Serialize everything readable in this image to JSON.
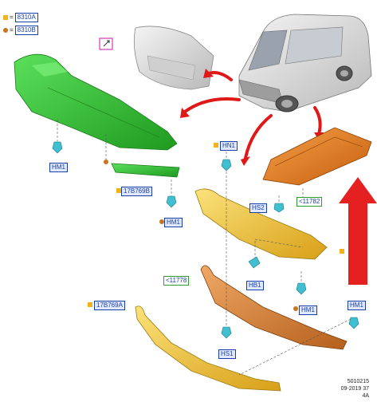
{
  "legend": [
    {
      "marker": "yellow-square",
      "code": "8310A"
    },
    {
      "marker": "orange-dot",
      "code": "8310B"
    }
  ],
  "labels": {
    "hm1_a": "HM1",
    "b17_769b": "17B769B",
    "hm1_b": "HM1",
    "hn1": "HN1",
    "hs2": "HS2",
    "ref_11782": "<11782",
    "ref_11778": "<11778",
    "hb1": "HB1",
    "hm1_c": "HM1",
    "b17_769a": "17B769A",
    "hs1": "HS1",
    "hm1_d": "HM1"
  },
  "footer": {
    "line1": "5010215",
    "line2": "09-2019 37",
    "line3": "4A"
  },
  "colors": {
    "green_shield": "#37c837",
    "yellow_panel": "#f0c233",
    "orange_panel": "#e87d1a",
    "copper_panel": "#d9873a",
    "red_arrow": "#e01818",
    "label_border": "#1a3fa8",
    "clip": "#3fbfd0"
  }
}
